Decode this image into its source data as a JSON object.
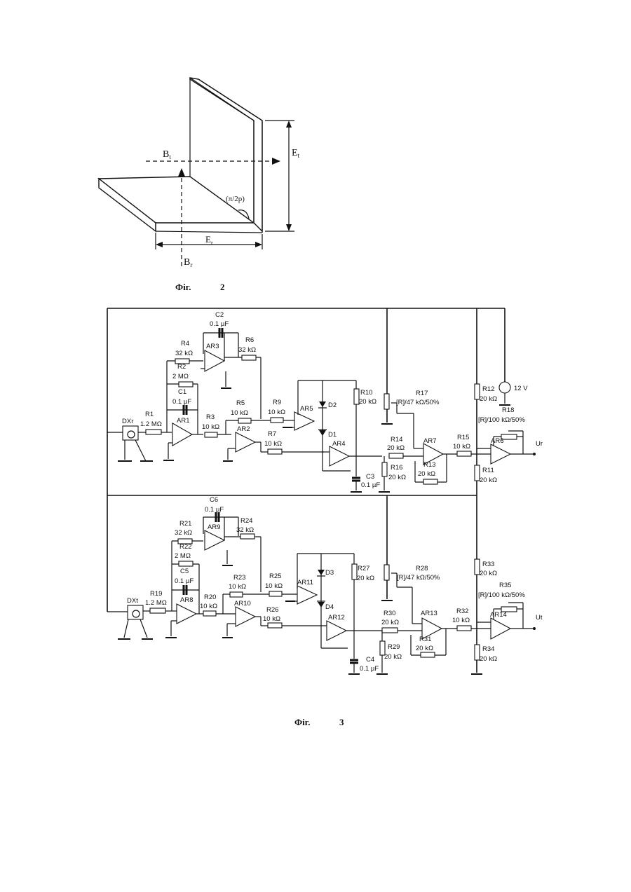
{
  "fig2": {
    "caption_prefix": "Фіг.",
    "caption_number": "2",
    "labels": {
      "b_top": "B",
      "b_top_sub": "t",
      "e_top": "E",
      "e_top_sub": "t",
      "e_bottom": "E",
      "e_bottom_sub": "r",
      "b_bottom": "B",
      "b_bottom_sub": "r",
      "angle": "(π/2p)"
    }
  },
  "fig3": {
    "caption_prefix": "Фіг.",
    "caption_number": "3",
    "channel1": {
      "R4": "R4",
      "R4v": "32 kΩ",
      "C2": "C2",
      "C2v": "0.1 µF",
      "AR3": "AR3",
      "R6": "R6",
      "R6v": "32 kΩ",
      "R2": "R2",
      "R2v": "2 MΩ",
      "C1": "C1",
      "C1v": "0.1 µF",
      "R1": "R1",
      "R1v": "1.2 MΩ",
      "DX": "DXr",
      "AR1": "AR1",
      "R3": "R3",
      "R3v": "10 kΩ",
      "R5": "R5",
      "R5v": "10 kΩ",
      "AR2": "AR2",
      "R9": "R9",
      "R9v": "10 kΩ",
      "AR5": "AR5",
      "R7": "R7",
      "R7v": "10 kΩ",
      "D2": "D2",
      "D1": "D1",
      "AR4": "AR4",
      "R10": "R10",
      "R10v": "20 kΩ",
      "C3": "C3",
      "C3v": "0.1 µF",
      "R17": "R17",
      "R17v": "[R]/47 kΩ/50%",
      "R14": "R14",
      "R14v": "20 kΩ",
      "R16": "R16",
      "R16v": "20 kΩ",
      "AR7": "AR7",
      "R13": "R13",
      "R13v": "20 kΩ",
      "R15": "R15",
      "R15v": "10 kΩ",
      "R12": "R12",
      "R12v": "20 kΩ",
      "V": "12 V",
      "R18": "R18",
      "R18v": "[R]/100 kΩ/50%",
      "AR6": "AR6",
      "R11": "R11",
      "R11v": "20 kΩ",
      "out": "Ur"
    },
    "channel2": {
      "C6": "C6",
      "C6v": "0.1 µF",
      "R21": "R21",
      "R21v": "32 kΩ",
      "AR9": "AR9",
      "R24": "R24",
      "R24v": "32 kΩ",
      "R22": "R22",
      "R22v": "2 MΩ",
      "C5": "C5",
      "C5v": "0.1 µF",
      "R19": "R19",
      "R19v": "1.2 MΩ",
      "DX": "DXt",
      "AR8": "AR8",
      "R20": "R20",
      "R20v": "10 kΩ",
      "R23": "R23",
      "R23v": "10 kΩ",
      "AR10": "AR10",
      "R25": "R25",
      "R25v": "10 kΩ",
      "AR11": "AR11",
      "R26": "R26",
      "R26v": "10 kΩ",
      "D3": "D3",
      "D4": "D4",
      "AR12": "AR12",
      "R27": "R27",
      "R27v": "20 kΩ",
      "C4": "C4",
      "C4v": "0.1 µF",
      "R28": "R28",
      "R28v": "[R]/47 kΩ/50%",
      "R30": "R30",
      "R30v": "20 kΩ",
      "R29": "R29",
      "R29v": "20 kΩ",
      "AR13": "AR13",
      "R31": "R31",
      "R31v": "20 kΩ",
      "R32": "R32",
      "R32v": "10 kΩ",
      "R33": "R33",
      "R33v": "20 kΩ",
      "R35": "R35",
      "R35v": "[R]/100 kΩ/50%",
      "AR14": "AR14",
      "R34": "R34",
      "R34v": "20 kΩ",
      "out": "Ut"
    }
  }
}
